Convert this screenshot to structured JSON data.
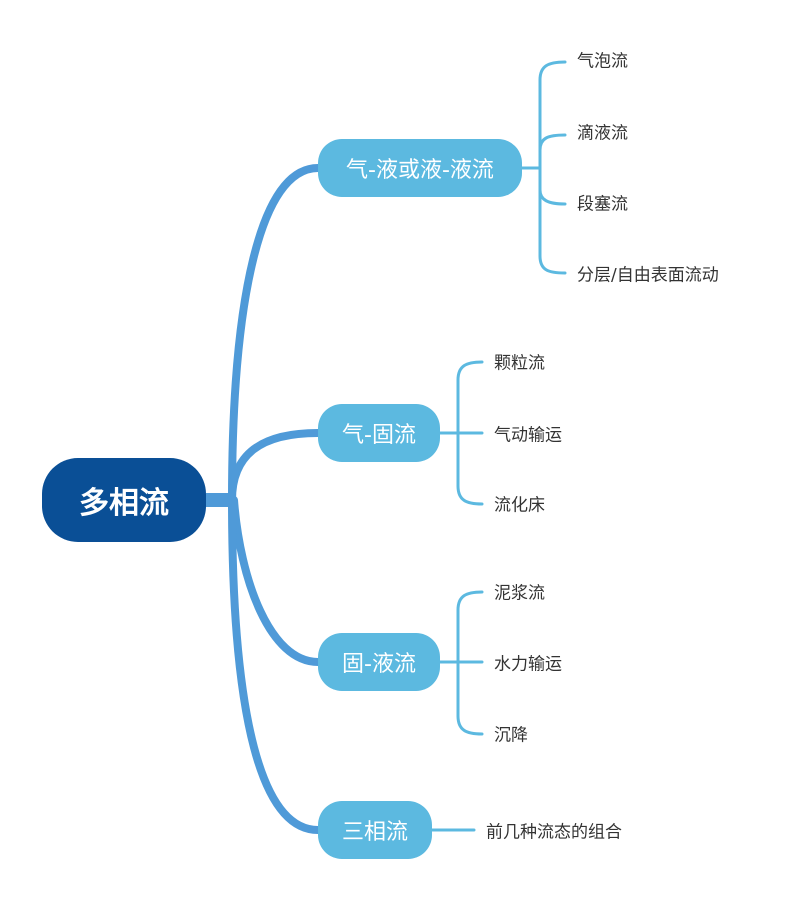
{
  "diagram": {
    "type": "mind-map",
    "colors": {
      "root_fill": "#0a4f96",
      "branch_fill": "#5cb9e0",
      "trunk_line": "#4f9ad8",
      "leaf_line": "#5cb9e0",
      "leaf_text": "#333333"
    },
    "root": {
      "label": "多相流"
    },
    "branches": [
      {
        "label": "气-液或液-液流",
        "children": [
          "气泡流",
          "滴液流",
          "段塞流",
          "分层/自由表面流动"
        ]
      },
      {
        "label": "气-固流",
        "children": [
          "颗粒流",
          "气动输运",
          "流化床"
        ]
      },
      {
        "label": "固-液流",
        "children": [
          "泥浆流",
          "水力输运",
          "沉降"
        ]
      },
      {
        "label": "三相流",
        "children": [
          "前几种流态的组合"
        ]
      }
    ]
  }
}
